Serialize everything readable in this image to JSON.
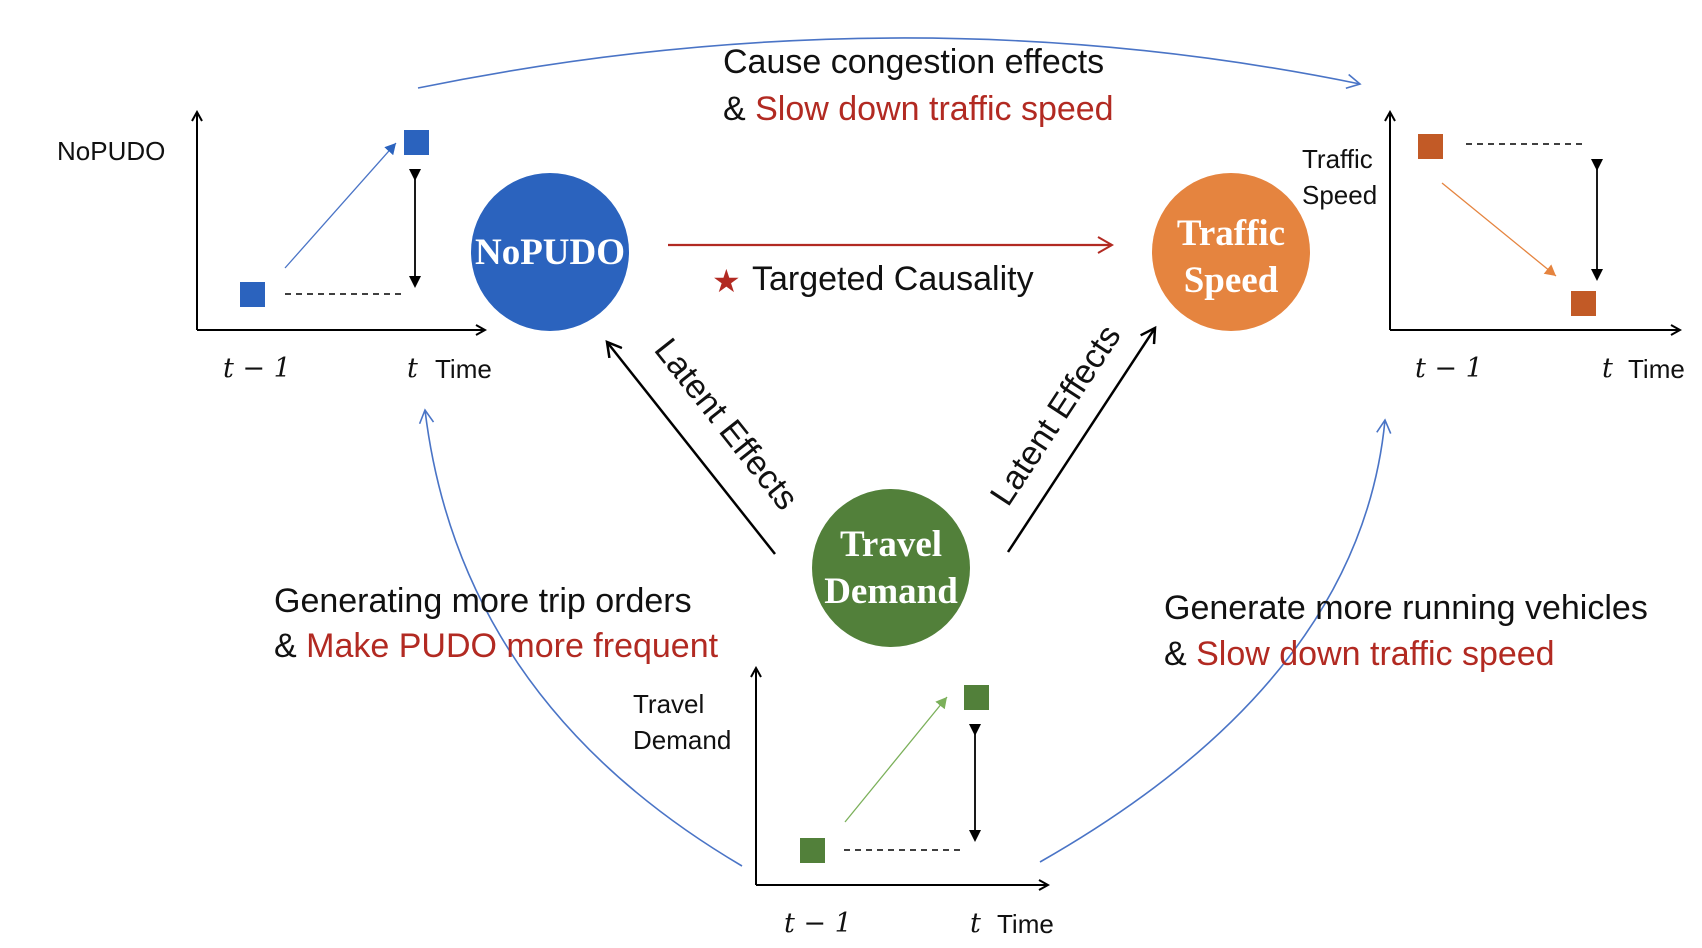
{
  "colors": {
    "nopudo": "#2b63be",
    "traffic": "#e5843f",
    "demand": "#52803a",
    "highlight": "#b22a22",
    "flow_arrow": "#4a74c6",
    "text": "#111111",
    "traffic_square": "#c25a26",
    "demand_arrow": "#7bb05a",
    "traffic_arrow": "#e5843f"
  },
  "nodes": {
    "nopudo": "NoPUDO",
    "traffic_line1": "Traffic",
    "traffic_line2": "Speed",
    "demand_line1": "Travel",
    "demand_line2": "Demand"
  },
  "top_text": {
    "line1": "Cause congestion effects",
    "amp": "& ",
    "line2_red": "Slow down traffic speed"
  },
  "targeted": {
    "star": "★",
    "label": "Targeted Causality"
  },
  "latent": {
    "left": "Latent Effects",
    "right": "Latent Effects"
  },
  "left_text": {
    "line1": "Generating more trip orders",
    "amp": "& ",
    "line2_red": "Make PUDO more frequent"
  },
  "right_text": {
    "line1": "Generate more running vehicles",
    "amp": "& ",
    "line2_red": "Slow down traffic speed"
  },
  "plots": {
    "nopudo": {
      "ylabel": "NoPUDO",
      "tick1": "t − 1",
      "tick2": "t",
      "xlabel": "Time"
    },
    "traffic": {
      "ylabel_line1": "Traffic",
      "ylabel_line2": "Speed",
      "tick1": "t − 1",
      "tick2": "t",
      "xlabel": "Time"
    },
    "demand": {
      "ylabel_line1": "Travel",
      "ylabel_line2": "Demand",
      "tick1": "t − 1",
      "tick2": "t",
      "xlabel": "Time"
    }
  }
}
